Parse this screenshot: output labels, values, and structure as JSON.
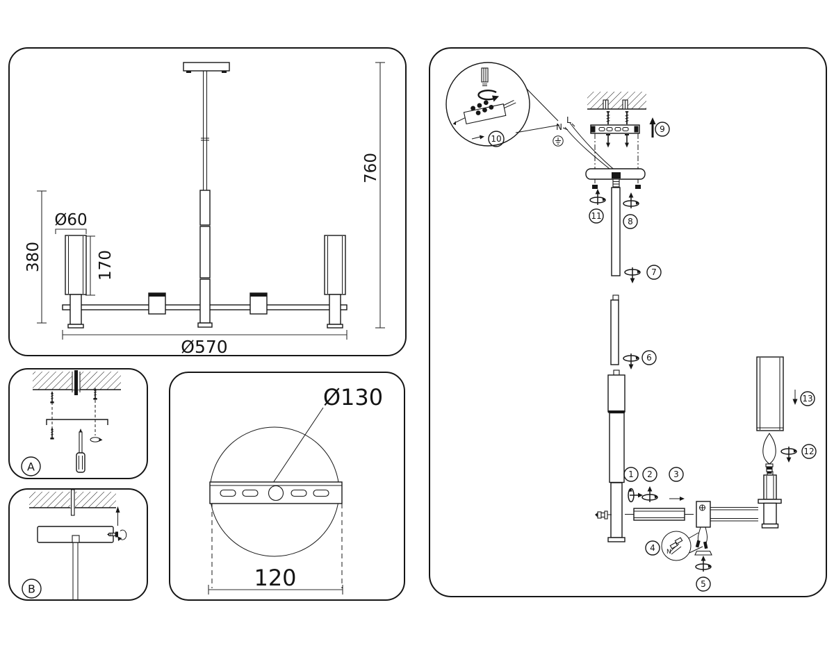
{
  "dimension_drawing": {
    "shade_diameter": "Ø60",
    "fixture_height": "380",
    "shade_height": "170",
    "overall_height": "760",
    "overall_diameter": "Ø570"
  },
  "step_a": {
    "label": "A"
  },
  "step_b": {
    "label": "B"
  },
  "bracket_detail": {
    "canopy_diameter": "Ø130",
    "mount_spacing": "120"
  },
  "assembly": {
    "wire_neutral": "N",
    "wire_live": "L",
    "steps": [
      "1",
      "2",
      "3",
      "4",
      "5",
      "6",
      "7",
      "8",
      "9",
      "10",
      "11",
      "12",
      "13"
    ]
  },
  "colors": {
    "line": "#161616",
    "background": "#ffffff"
  }
}
